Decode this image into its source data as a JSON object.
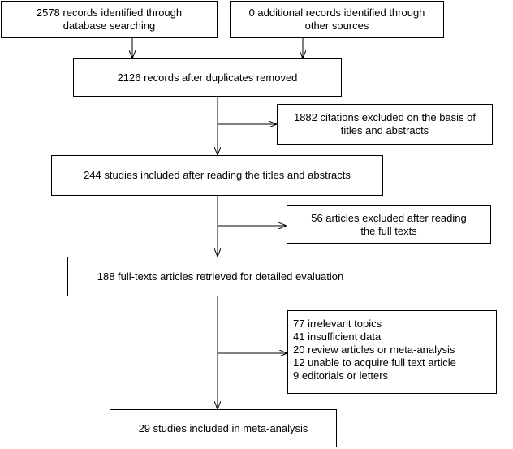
{
  "boxes": {
    "database_records": [
      "2578 records identified through",
      "database searching"
    ],
    "additional_records": [
      "0 additional records identified through",
      "other sources"
    ],
    "after_duplicates": [
      "2126 records after duplicates removed"
    ],
    "citations_excluded": [
      "1882 citations excluded on the basis of",
      "titles and abstracts"
    ],
    "studies_included_titles": [
      "244 studies included after reading the titles and abstracts"
    ],
    "articles_excluded": [
      "56 articles excluded after reading",
      "the  full texts"
    ],
    "fulltext_retrieved": [
      "188 full-texts articles retrieved for detailed evaluation"
    ],
    "exclusion_reasons": [
      "77 irrelevant topics",
      "41 insufficient data",
      "20 review articles or meta-analysis",
      "12 unable to acquire full text article",
      "9 editorials or letters"
    ],
    "meta_analysis": [
      "29 studies included in meta-analysis"
    ]
  }
}
